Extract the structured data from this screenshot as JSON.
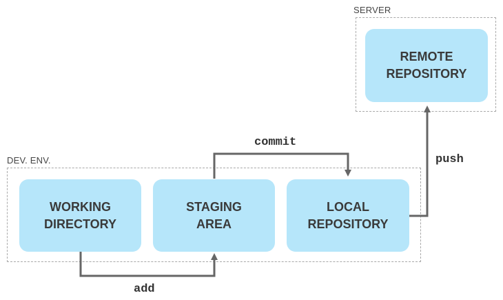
{
  "zones": {
    "server": {
      "label": "SERVER"
    },
    "dev_env": {
      "label": "DEV. ENV."
    }
  },
  "nodes": {
    "remote_repository": {
      "label": "REMOTE\nREPOSITORY"
    },
    "working_directory": {
      "label": "WORKING\nDIRECTORY"
    },
    "staging_area": {
      "label": "STAGING\nAREA"
    },
    "local_repository": {
      "label": "LOCAL\nREPOSITORY"
    }
  },
  "edges": {
    "add": {
      "label": "add",
      "from": "WORKING DIRECTORY",
      "to": "STAGING AREA"
    },
    "commit": {
      "label": "commit",
      "from": "STAGING AREA",
      "to": "LOCAL REPOSITORY"
    },
    "push": {
      "label": "push",
      "from": "LOCAL REPOSITORY",
      "to": "REMOTE REPOSITORY"
    }
  },
  "colors": {
    "box_fill": "#b6e6fa",
    "arrow": "#666666",
    "zone_border": "#a8a8a8"
  }
}
